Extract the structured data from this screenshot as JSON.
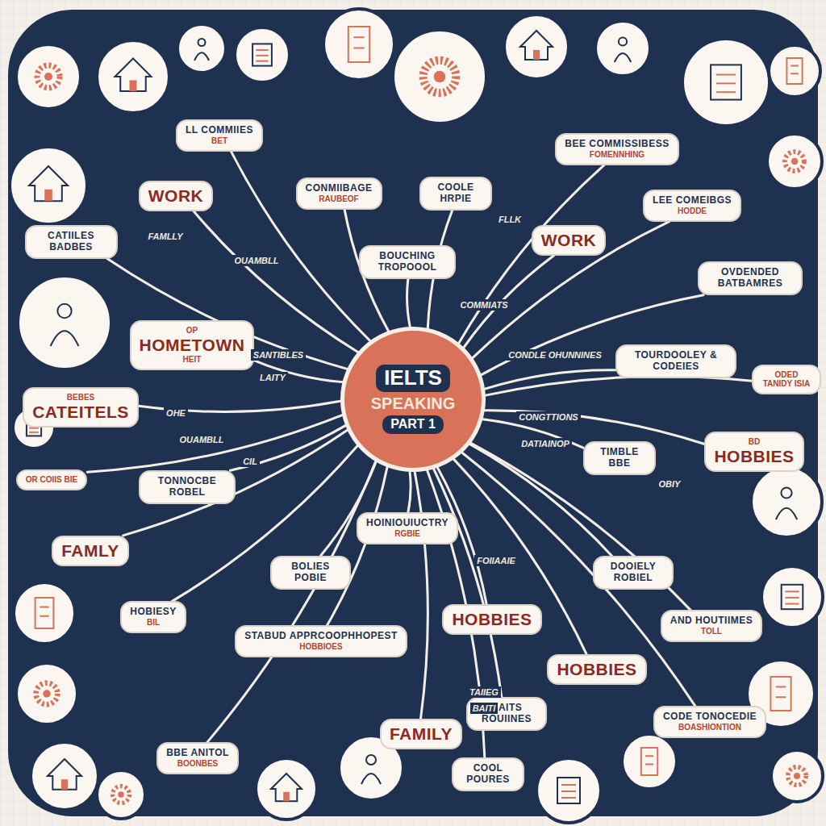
{
  "diagram": {
    "title": "",
    "nodes": [
      {
        "text": [
          "IELTS",
          "SPEAKING",
          "PART 1"
        ]
      },
      {
        "text": [
          "LL COMMIIES",
          "BET"
        ]
      },
      {
        "text": [
          "WORK"
        ]
      },
      {
        "text": [
          "CONMIIBAGE",
          "RAUBEOF"
        ]
      },
      {
        "text": [
          "COOLE HRPIE"
        ]
      },
      {
        "text": [
          "BEE COMMISSIBESS",
          "FOMENNHING"
        ]
      },
      {
        "text": [
          "LEE COMEIBGS",
          "HODDE"
        ]
      },
      {
        "text": [
          "CATIILES BADBES"
        ]
      },
      {
        "text": [
          "WORK"
        ]
      },
      {
        "text": [
          "BOUCHING TROPOOOL"
        ]
      },
      {
        "text": [
          "OVDENDED BATBAMRES"
        ]
      },
      {
        "text": [
          "OP",
          "HOMETOWN",
          "HEIT"
        ]
      },
      {
        "text": [
          "TOURDOOLEY & CODEIES"
        ]
      },
      {
        "text": [
          "ODED TANIDY ISIA"
        ]
      },
      {
        "text": [
          "BEBES",
          "CATEITELS"
        ]
      },
      {
        "text": [
          "TIMBLE BBE"
        ]
      },
      {
        "text": [
          "BD",
          "HOBBIES"
        ]
      },
      {
        "text": [
          "OR COIIS BIE"
        ]
      },
      {
        "text": [
          "TONNOCBE ROBEL"
        ]
      },
      {
        "text": [
          "FAMLY"
        ]
      },
      {
        "text": [
          "HOINIOUIUCTRY",
          "RGBIE"
        ]
      },
      {
        "text": [
          "BOLIES POBIE"
        ]
      },
      {
        "text": [
          "DOOIELY ROBIEL"
        ]
      },
      {
        "text": [
          "HOBIESY",
          "BIL"
        ]
      },
      {
        "text": [
          "HOBBIES"
        ]
      },
      {
        "text": [
          "STABUD APPRCOOPHHOPEST",
          "HOBBIOES"
        ]
      },
      {
        "text": [
          "HOBBIES"
        ]
      },
      {
        "text": [
          "AND HOUTIIMES",
          "TOLL"
        ]
      },
      {
        "text": [
          "BAITS ROUIINES"
        ]
      },
      {
        "text": [
          "FAMILY"
        ]
      },
      {
        "text": [
          "CODE TONOCEDIE",
          "BOASHIONTION"
        ]
      },
      {
        "text": [
          "BBE ANITOL",
          "BOONBES"
        ]
      },
      {
        "text": [
          "COOL POURES"
        ]
      }
    ],
    "edges": [
      {
        "from": 0,
        "to": 1,
        "arrow": "none"
      },
      {
        "from": 0,
        "to": 2,
        "arrow": "none"
      },
      {
        "from": 0,
        "to": 3,
        "arrow": "none"
      },
      {
        "from": 0,
        "to": 4,
        "arrow": "none"
      },
      {
        "from": 0,
        "to": 5,
        "arrow": "none"
      },
      {
        "from": 0,
        "to": 6,
        "arrow": "none"
      },
      {
        "from": 0,
        "to": 7,
        "arrow": "none"
      },
      {
        "from": 0,
        "to": 8,
        "arrow": "none"
      },
      {
        "from": 0,
        "to": 9,
        "arrow": "none"
      },
      {
        "from": 0,
        "to": 10,
        "arrow": "none"
      },
      {
        "from": 0,
        "to": 11,
        "arrow": "none"
      },
      {
        "from": 0,
        "to": 12,
        "arrow": "none"
      },
      {
        "from": 0,
        "to": 13,
        "arrow": "none"
      },
      {
        "from": 0,
        "to": 14,
        "arrow": "none"
      },
      {
        "from": 0,
        "to": 15,
        "arrow": "none"
      },
      {
        "from": 0,
        "to": 16,
        "arrow": "none"
      },
      {
        "from": 0,
        "to": 17,
        "arrow": "none"
      },
      {
        "from": 0,
        "to": 18,
        "arrow": "none"
      },
      {
        "from": 0,
        "to": 19,
        "arrow": "none"
      },
      {
        "from": 0,
        "to": 20,
        "arrow": "none"
      },
      {
        "from": 0,
        "to": 21,
        "arrow": "none"
      },
      {
        "from": 0,
        "to": 22,
        "arrow": "none"
      },
      {
        "from": 0,
        "to": 23,
        "arrow": "none"
      },
      {
        "from": 0,
        "to": 24,
        "arrow": "none"
      },
      {
        "from": 0,
        "to": 25,
        "arrow": "none"
      },
      {
        "from": 0,
        "to": 26,
        "arrow": "none"
      },
      {
        "from": 0,
        "to": 27,
        "arrow": "none"
      },
      {
        "from": 0,
        "to": 28,
        "arrow": "none"
      },
      {
        "from": 0,
        "to": 29,
        "arrow": "none"
      },
      {
        "from": 0,
        "to": 30,
        "arrow": "none"
      },
      {
        "from": 0,
        "to": 31,
        "arrow": "none"
      },
      {
        "from": 0,
        "to": 32,
        "arrow": "none"
      }
    ],
    "labels": [
      "FLLK",
      "FAMLLY",
      "OUAMBLL",
      "COMMIATS",
      "SANTIBLES",
      "LAITY",
      "CONDLE OHUNNINES",
      "OHE",
      "OUAMBLL",
      "CIL",
      "CONGTTIONS",
      "DATIAINOP",
      "OBIY",
      "FOIIAAIE",
      "TAIIEG",
      "BAITI"
    ]
  }
}
